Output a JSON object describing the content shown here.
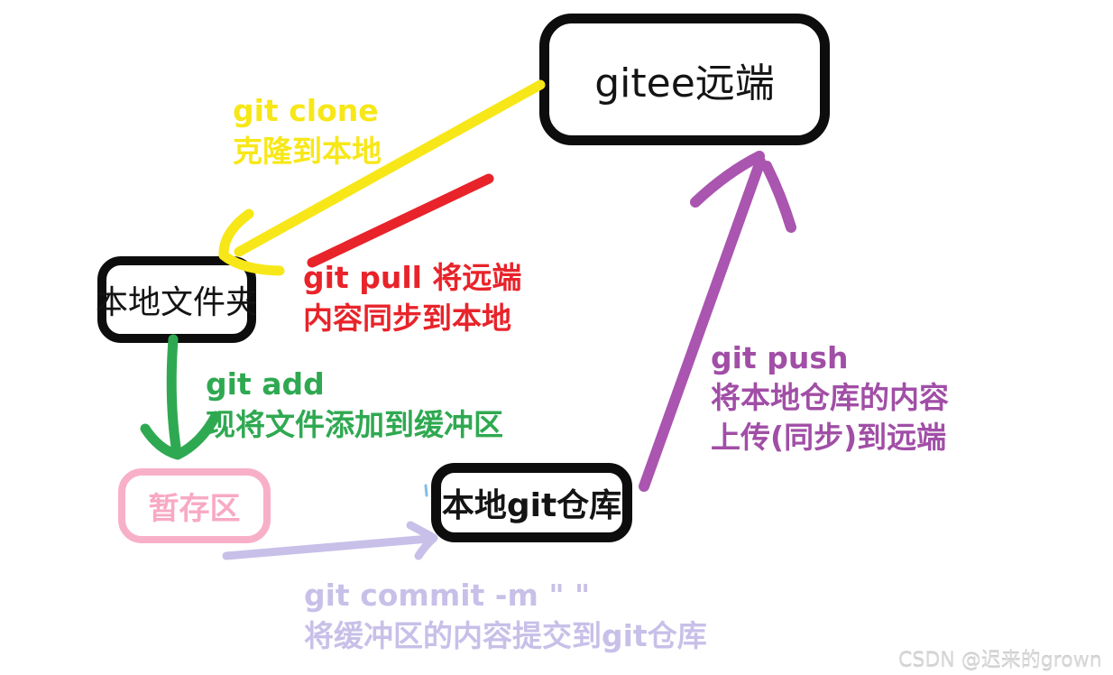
{
  "nodes": {
    "remote": "gitee远端",
    "local_folder": "本地文件夹",
    "staging": "暂存区",
    "local_repo": "本地git仓库"
  },
  "labels": {
    "clone": {
      "l1": "git clone",
      "l2": "克隆到本地"
    },
    "pull": {
      "l1": "git pull 将远端",
      "l2": "内容同步到本地"
    },
    "add": {
      "l1": "git add",
      "l2": "现将文件添加到缓冲区"
    },
    "commit": {
      "l1": "git commit -m \" \"",
      "l2": "将缓冲区的内容提交到git仓库"
    },
    "push": {
      "l1": "git push",
      "l2": "将本地仓库的内容",
      "l3": "上传(同步)到远端"
    }
  },
  "watermark": "CSDN @迟来的grown",
  "colors": {
    "clone_yellow": "#f7e718",
    "pull_red": "#e8232a",
    "add_green": "#2fa951",
    "commit_lavender": "#c8c0e8",
    "push_purple_text": "#a14ea6",
    "push_purple_arrow": "#aa55b0",
    "staging_pink": "#f8b0c8",
    "node_border_black": "#0d0d0d",
    "watermark_gray": "#d8d8d8"
  }
}
